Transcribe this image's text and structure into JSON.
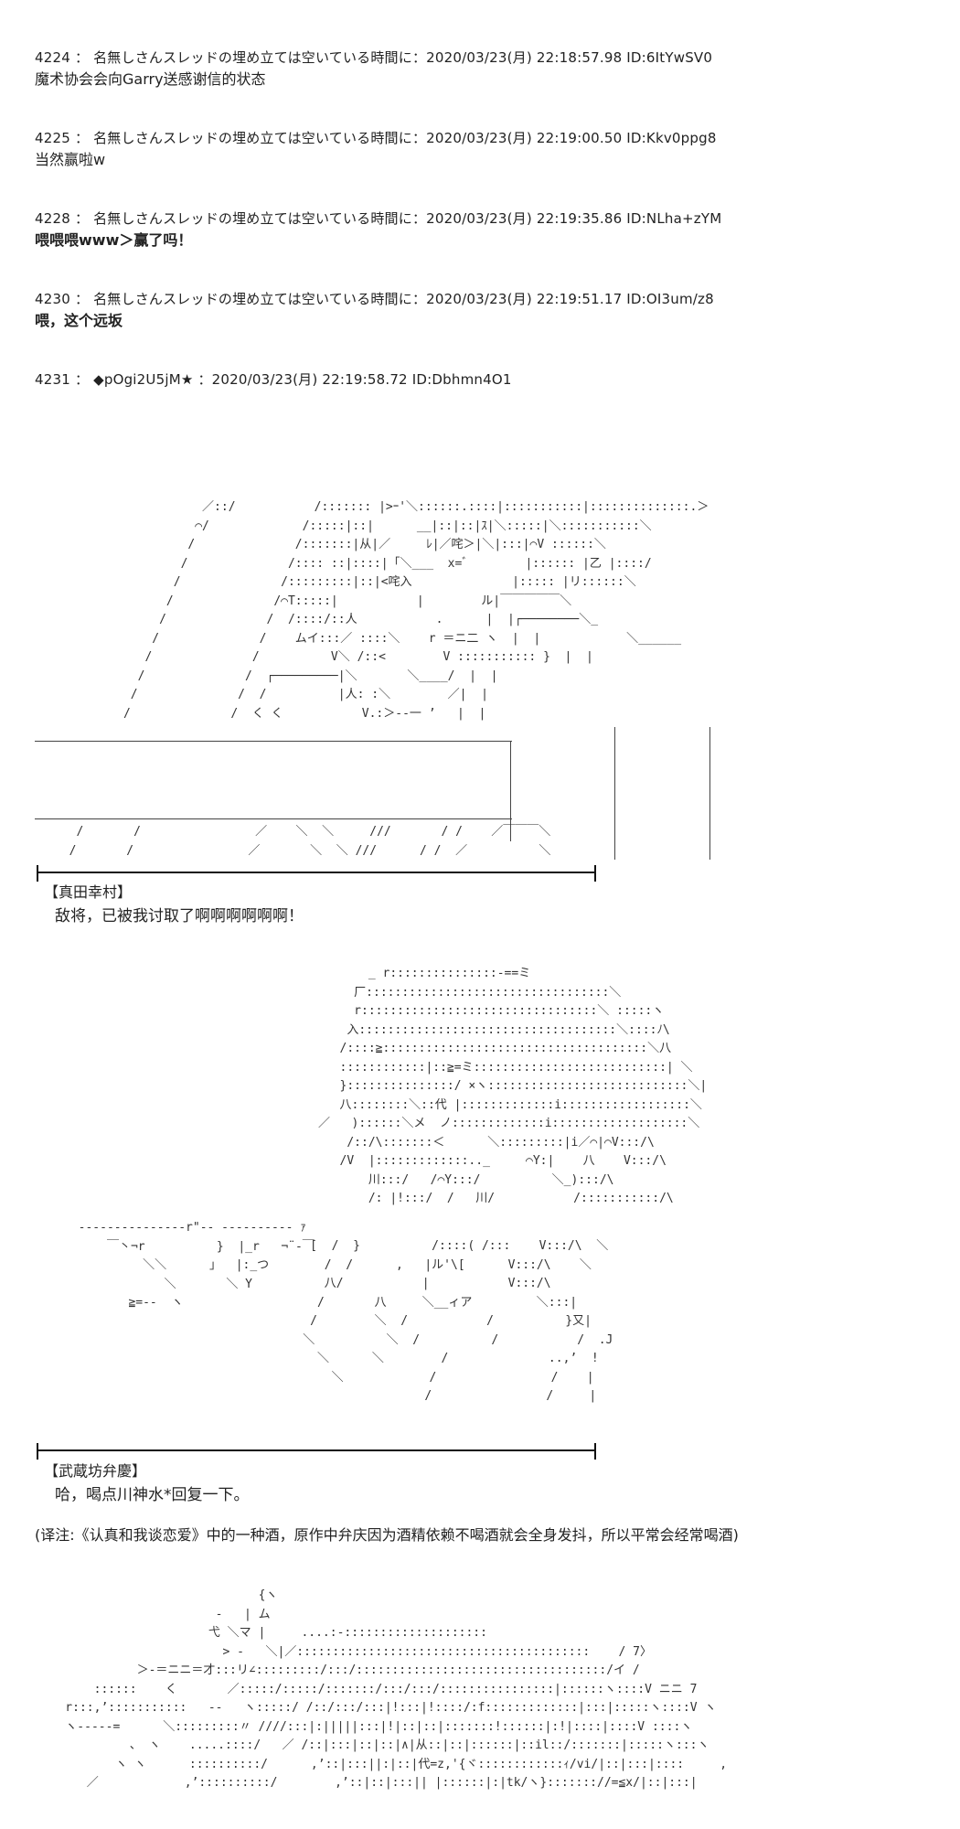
{
  "posts": [
    {
      "header": "4224 ： 名無しさんスレッドの埋め立ては空いている時間に：2020/03/23(月) 22:18:57.98 ID:6ItYwSV0",
      "body": "魔术协会会向Garry送感谢信的状态"
    },
    {
      "header": "4225 ： 名無しさんスレッドの埋め立ては空いている時間に：2020/03/23(月) 22:19:00.50 ID:Kkv0ppg8",
      "body": "当然赢啦w"
    },
    {
      "header": "4228 ： 名無しさんスレッドの埋め立ては空いている時間に：2020/03/23(月) 22:19:35.86 ID:NLha+zYM",
      "body": "喂喂喂www＞赢了吗！"
    },
    {
      "header": "4230 ： 名無しさんスレッドの埋め立ては空いている時間に：2020/03/23(月) 22:19:51.17 ID:OI3um/z8",
      "body": "喂，这个远坂"
    },
    {
      "header": "4231 ： ◆pOgi2U5jM★ ：2020/03/23(月) 22:19:58.72 ID:Dbhmn4O1",
      "body": ""
    }
  ],
  "art1": "                 ／::/           /::::::: |>ｰ'＼::::::.::::|:::::::::::|::::::::::::::.＞\n                ⌒/             /:::::|::|      __|::|::|ｽ|＼:::::|＼:::::::::::＼\n               /              /:::::::|从|／     ﾚ|／咤＞|＼|:::|⌒V ::::::＼\n              /              /:::: ::|::::|「＼___  x=ﾞ        |:::::: |乙 |::::/\n             /              /:::::::::|::|<咤入              |::::: |リ::::::＼\n            /              /⌒T:::::|           |        ル|￣￣￣￣￣＼\n           /              /  /::::/::人           .      |  |┌────────＼_\n          /              /    ムイ:::／ ::::＼    r ＝ニ二 ヽ  |  |            ＼______\n         /              /          V＼ /::<        V ::::::::::: }  |  |\n        /              /  ┌─────────|＼       ＼____/  |  |\n       /              /  /          |人: :＼        ／|  |\n      /              /  く く           V.:＞-‐一 ’   |  |",
  "art2": "                        _ r:::::::::::::::-==ミ\n                      厂::::::::::::::::::::::::::::::::::＼\n                      r:::::::::::::::::::::::::::::::::＼ :::::ヽ\n                     入::::::::::::::::::::::::::::::::::::＼::::ﾉ\\\n                    /::::≧:::::::::::::::::::::::::::::::::::::＼八\n                    ::::::::::::|::≧=ミ:::::::::::::::::::::::::::| ＼\n                    }:::::::::::::::/ ×ヽ::::::::::::::::::::::::::::＼|\n                    八::::::::＼::代 |:::::::::::::i::::::::::::::::::＼\n                 ／   )::::::＼メ  ノ:::::::::::::i:::::::::::::::::::＼\n                     /::/\\:::::::＜      ＼:::::::::|i／⌒|⌒V:::/\\\n                    /V  |:::::::::::::.._     ⌒Y:|    八    V:::/\\\n                        川:::/   /⌒Y:::/          ＼_):::/\\\n                        /: |!:::/  /   川/           /:::::::::::/\\",
  "art2_left": "  ---------------r\"-- ---------- ｧ\n      ￣丶¬r          }  |_r   ¬¨‐￣\n           ＼＼      」  |:_つ\n              ＼       ＼ Y\n         ≧=--  ヽ",
  "art3": "                               {ヽ\n                         -   | ム\n                        弋 ＼マ |     ....:-::::::::::::::::::::\n                          > -   ＼|／:::::::::::::::::::::::::::::::::::::::::    / 7〉\n              ＞-＝ニニ＝才:::リ∠:::::::::/:::/:::::::::::::::::::::::::::::::::::/イ /\n        ::::::    く       ／:::::/:::::/:::::::/:::/:::/::::::::::::::::|::::::ヽ::::V ニニ 7\n    r:::,’:::::::::::   -‐   ヽ:::::/ /::/:::/:::|!:::|!::::/:f:::::::::::::|:::|:::::ヽ::::V ヽ\n    ヽ-----=      ＼:::::::::〃 ////:::|:|||||:::|!|::|::|:::::::!::::::|:!|::::|::::V ::::ヽ\n             、 ヽ    .....::::/   ／ /::|:::|::|::|∧|从::|::|::::::|::il::/:::::::|:::::ヽ:::ヽ\n           ヽ ヽ      ::::::::::/      ,’::|:::||:|::|代=z,'{ヾ::::::::::::ｨ/vi/|::|:::|::::     ,\n       ／            ,’::::::::::/        ,’::|::|:::|| |::::::|:|tk/ヽ}::::::://=≦x/|::|:::|",
  "divider": "",
  "speaker1": "【真田幸村】",
  "line1": "敌将，已被我讨取了啊啊啊啊啊啊！",
  "speaker2": "【武蔵坊弁慶】",
  "line2": "哈，喝点川神水*回复一下。",
  "note": "(译注:《认真和我谈恋爱》中的一种酒，原作中弁庆因为酒精依赖不喝酒就会全身发抖，所以平常会经常喝酒)"
}
